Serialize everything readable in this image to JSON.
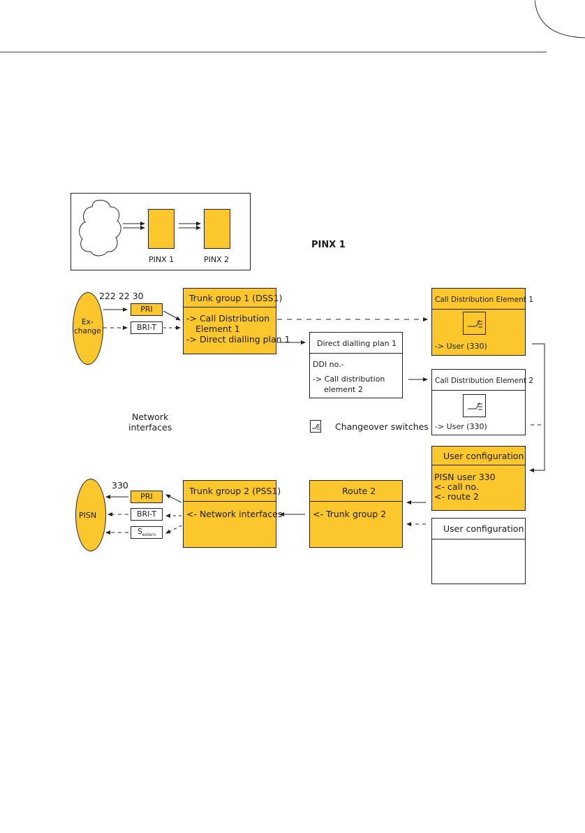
{
  "inset": {
    "pinx1_label": "PINX 1",
    "pinx2_label": "PINX 2"
  },
  "diagram_title": "PINX 1",
  "exchange": {
    "label_line1": "Ex-",
    "label_line2": "change",
    "number": "222 22 30",
    "pri": "PRI",
    "bri": "BRI-T"
  },
  "network_interfaces": {
    "line1": "Network",
    "line2": "interfaces"
  },
  "trunk_group1": {
    "title": "Trunk group 1 (DSS1)",
    "line1": "-> Call Distribution",
    "line2": "Element 1",
    "line3": "-> Direct dialling plan 1"
  },
  "direct_dialling_plan": {
    "title": "Direct dialling plan 1",
    "line1": "DDI no.-",
    "line2": "-> Call distribution",
    "line3": "element 2"
  },
  "cde1": {
    "title": "Call Distribution Element 1",
    "user": "-> User (330)"
  },
  "cde2": {
    "title": "Call Distribution Element 2",
    "user": "-> User (330)"
  },
  "legend": {
    "changeover": "Changeover switches"
  },
  "user_config1": {
    "title": "User configuration",
    "line1": "PISN user 330",
    "line2": "<- call no.",
    "line3": "<- route 2"
  },
  "user_config2": {
    "title": "User configuration"
  },
  "route2": {
    "title": "Route 2",
    "line1": "<- Trunk group 2"
  },
  "trunk_group2": {
    "title": "Trunk group 2 (PSS1)",
    "line1": "<- Network interfaces"
  },
  "pisn": {
    "label": "PISN",
    "number": "330",
    "pri": "PRI",
    "bri": "BRI-T",
    "s_main": "S",
    "s_sub": "extern"
  },
  "colors": {
    "accent": "#fbc72c",
    "line": "#222222"
  }
}
